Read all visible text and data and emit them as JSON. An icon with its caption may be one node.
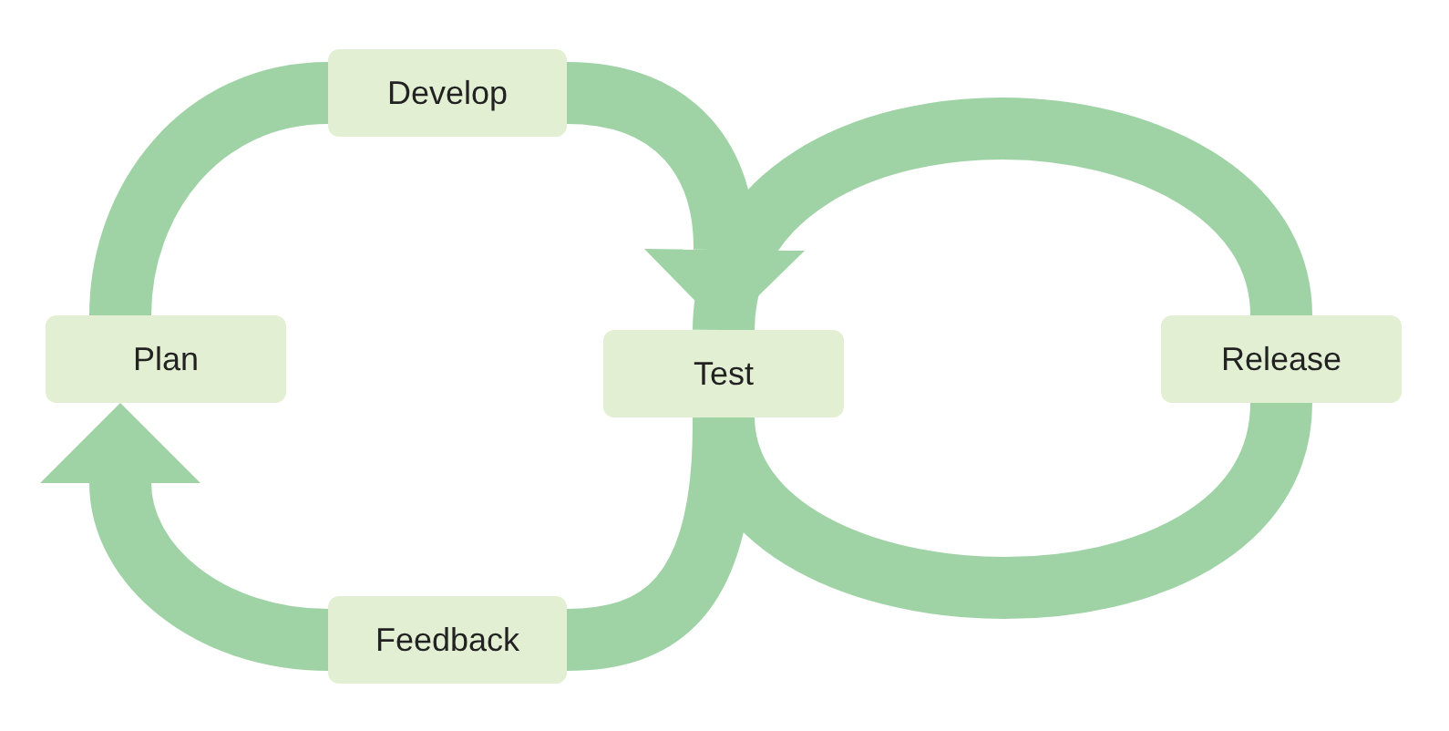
{
  "diagram": {
    "nodes": [
      {
        "text": [
          "Develop"
        ]
      },
      {
        "text": [
          "Plan"
        ]
      },
      {
        "text": [
          "Test"
        ]
      },
      {
        "text": [
          "Release"
        ]
      },
      {
        "text": [
          "Feedback"
        ]
      }
    ],
    "edges": [
      {
        "from": 1,
        "to": 0,
        "arrow": "none"
      },
      {
        "from": 0,
        "to": 2,
        "arrow": "to"
      },
      {
        "from": 2,
        "to": 3,
        "arrow": "none"
      },
      {
        "from": 3,
        "to": 2,
        "arrow": "none"
      },
      {
        "from": 2,
        "to": 4,
        "arrow": "none"
      },
      {
        "from": 4,
        "to": 1,
        "arrow": "to"
      }
    ]
  }
}
